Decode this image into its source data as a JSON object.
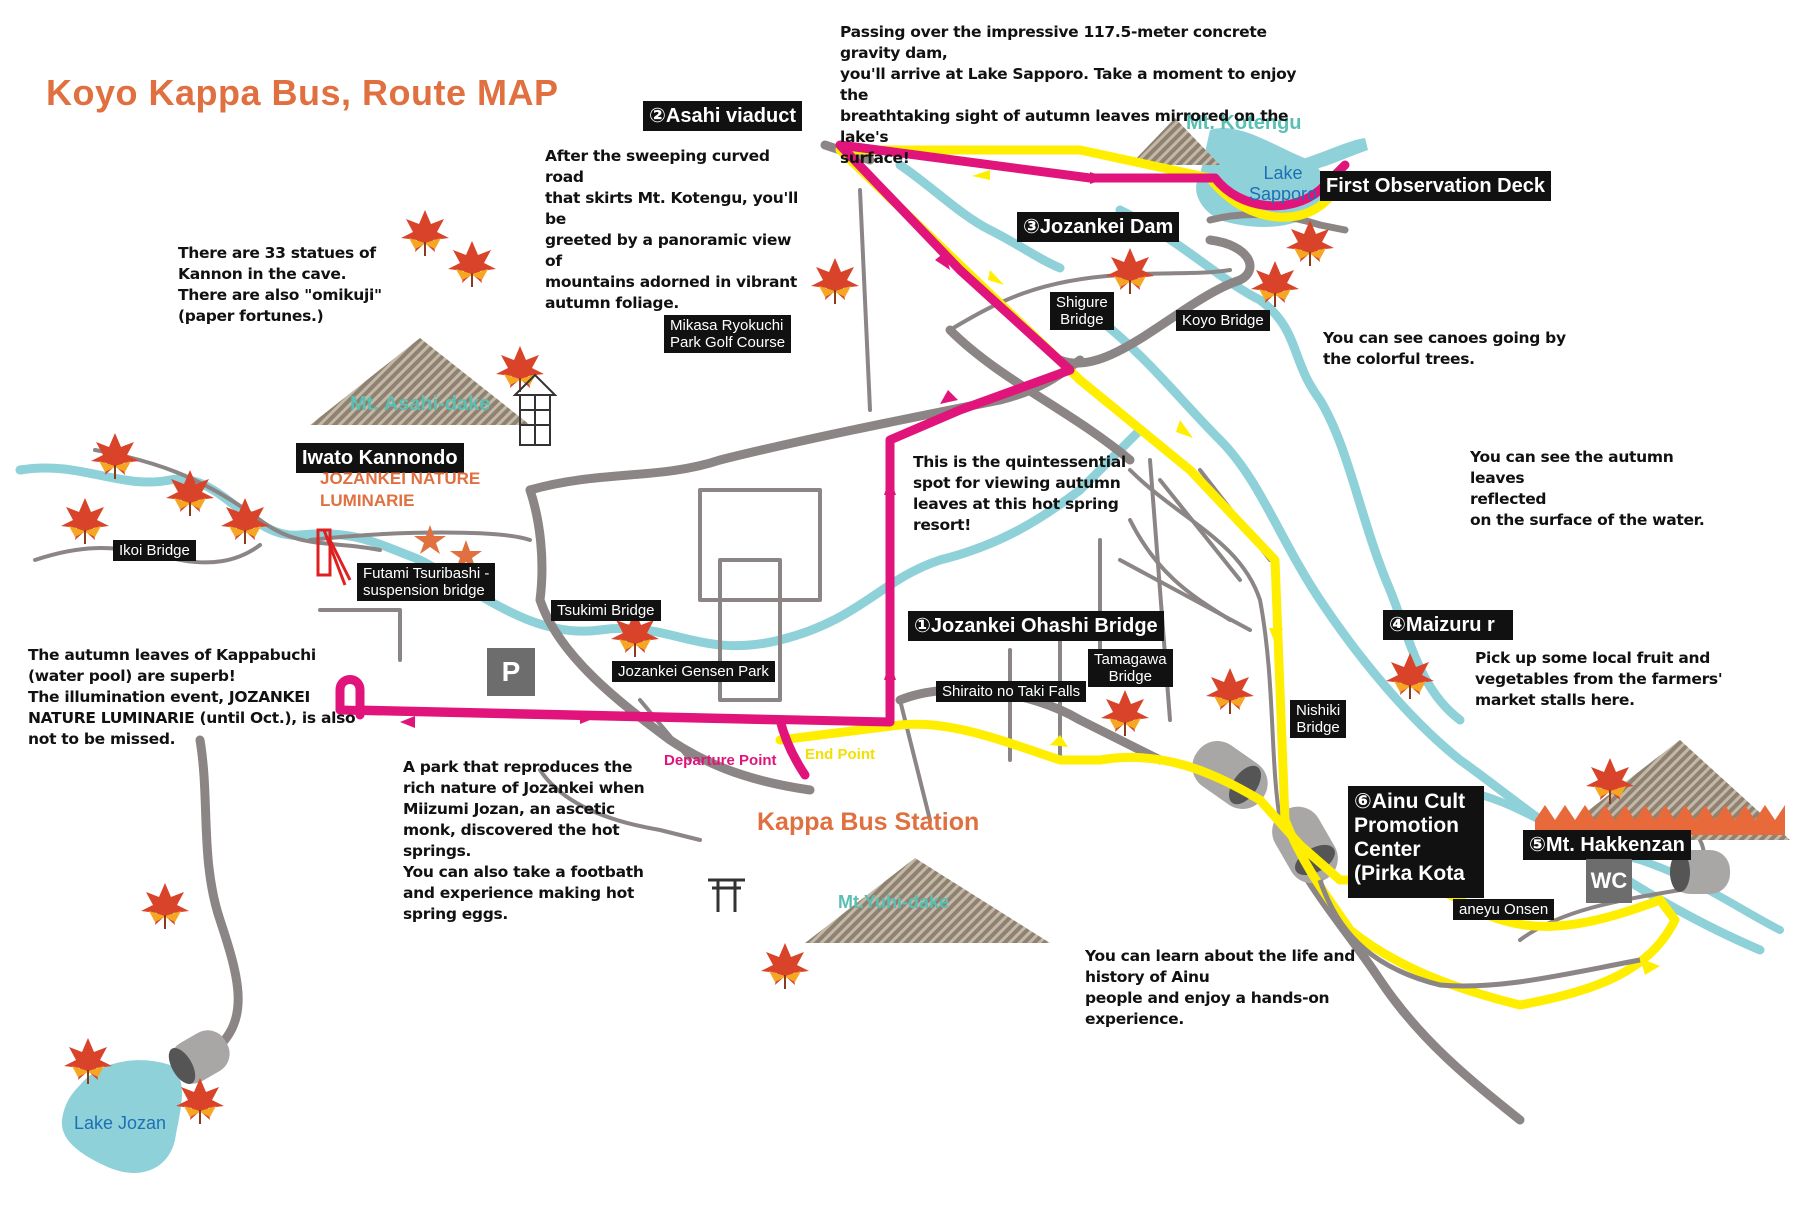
{
  "title": "Koyo Kappa  Bus, Route MAP",
  "stops": {
    "s1": "①Jozankei Ohashi Bridge",
    "s2": "②Asahi viaduct",
    "s3": "③Jozankei Dam",
    "s4": "④Maizuru r",
    "s5": "⑤Mt. Hakkenzan",
    "s6": "⑥Ainu Cult\nPromotion\nCenter\n(Pirka Kota"
  },
  "labels": {
    "first_deck": "First Observation Deck",
    "iwato": "Iwato Kannondo",
    "ikoi": "Ikoi Bridge",
    "futami": "Futami Tsuribashi -\n suspension bridge",
    "tsukimi": "Tsukimi Bridge",
    "gensen": "Jozankei Gensen Park",
    "mikasa": "Mikasa Ryokuchi\nPark Golf Course",
    "shigure": "Shigure\nBridge",
    "koyo": "Koyo Bridge",
    "tamagawa": "Tamagawa\nBridge",
    "shiraito": "Shiraito no Taki Falls",
    "nishiki": "Nishiki\nBridge",
    "aneyu": "aneyu Onsen"
  },
  "places": {
    "luminarie": "JOZANKEI NATURE\nLUMINARIE",
    "bus_station": "Kappa Bus Station",
    "departure": "Departure Point",
    "end": "End Point",
    "mt_kotengu": "Mt. Kotengu",
    "mt_asahi": "Mt. Asahi-dake",
    "mt_yuhi": "Mt.Yuhi-dake",
    "lake_sapporo": "Lake\nSapporo",
    "lake_jozan": "Lake Jozan",
    "parking": "P",
    "wc": "WC"
  },
  "notes": {
    "dam": "Passing over the impressive 117.5-meter concrete gravity dam,\nyou'll arrive at Lake Sapporo. Take a moment to enjoy the\nbreathtaking sight of autumn leaves mirrored on the lake's\nsurface!",
    "kotengu": "After the sweeping curved road\nthat skirts Mt. Kotengu, you'll be\ngreeted by a panoramic view of\nmountains adorned in vibrant\nautumn foliage.",
    "kannon": "There are 33 statues of\nKannon in the cave.\nThere are also \"omikuji\"\n(paper fortunes.)",
    "canoe": "You can see canoes going by\nthe colorful trees.",
    "reflect": "You can see the autumn leaves\nreflected\non the surface of the water.",
    "quintessential": "This is the quintessential\nspot for viewing autumn\nleaves at this hot spring\nresort!",
    "market": "Pick up some local fruit and\nvegetables from the farmers'\nmarket stalls here.",
    "kappabuchi": "The autumn leaves of Kappabuchi\n(water pool) are superb!\nThe illumination event, JOZANKEI\nNATURE LUMINARIE (until Oct.), is also\nnot to be missed.",
    "park": "A park that reproduces the\nrich nature of Jozankei when\nMiizumi Jozan, an ascetic\nmonk, discovered the hot\nsprings.\nYou can also take a footbath\nand experience making hot\nspring eggs.",
    "ainu": "You can learn about the life and\nhistory of Ainu\npeople and enjoy a hands-on\nexperience."
  },
  "colors": {
    "route_magenta": "#e0147a",
    "route_yellow": "#ffee00",
    "road": "#8c8585",
    "river": "#8fd1d8",
    "title_orange": "#e07040",
    "mountain_teal": "#5abfb3"
  }
}
